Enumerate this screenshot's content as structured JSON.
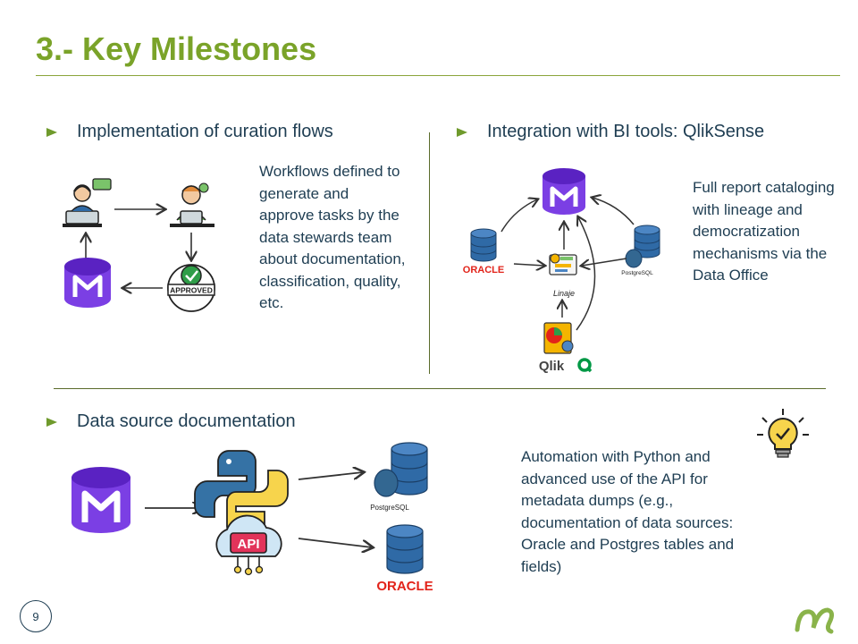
{
  "slide": {
    "title": "3.- Key Milestones",
    "page_number": "9"
  },
  "sections": {
    "curation": {
      "heading": "Implementation of curation flows",
      "description": "Workflows defined to generate and approve tasks by the data stewards team about documentation, classification, quality, etc.",
      "approved_stamp": "APPROVED"
    },
    "bi": {
      "heading": "Integration with BI tools: QlikSense",
      "description": "Full report cataloging with lineage and democratization mechanisms via the Data Office",
      "oracle_label": "ORACLE",
      "postgres_label": "PostgreSQL",
      "lineage_label": "Linaje",
      "qlik_label": "Qlik"
    },
    "datasource": {
      "heading": "Data source documentation",
      "description": "Automation with Python and advanced use of the API for metadata dumps (e.g., documentation of data sources: Oracle and Postgres tables and fields)",
      "api_label": "API",
      "postgres_label": "PostgreSQL",
      "oracle_label": "ORACLE"
    }
  },
  "colors": {
    "accent_green": "#7aa329",
    "text_navy": "#1e3d52",
    "metamapper_purple": "#7b3fe4",
    "oracle_red": "#e2231a",
    "db_blue": "#2f6aa6",
    "qlik_green": "#009845"
  }
}
